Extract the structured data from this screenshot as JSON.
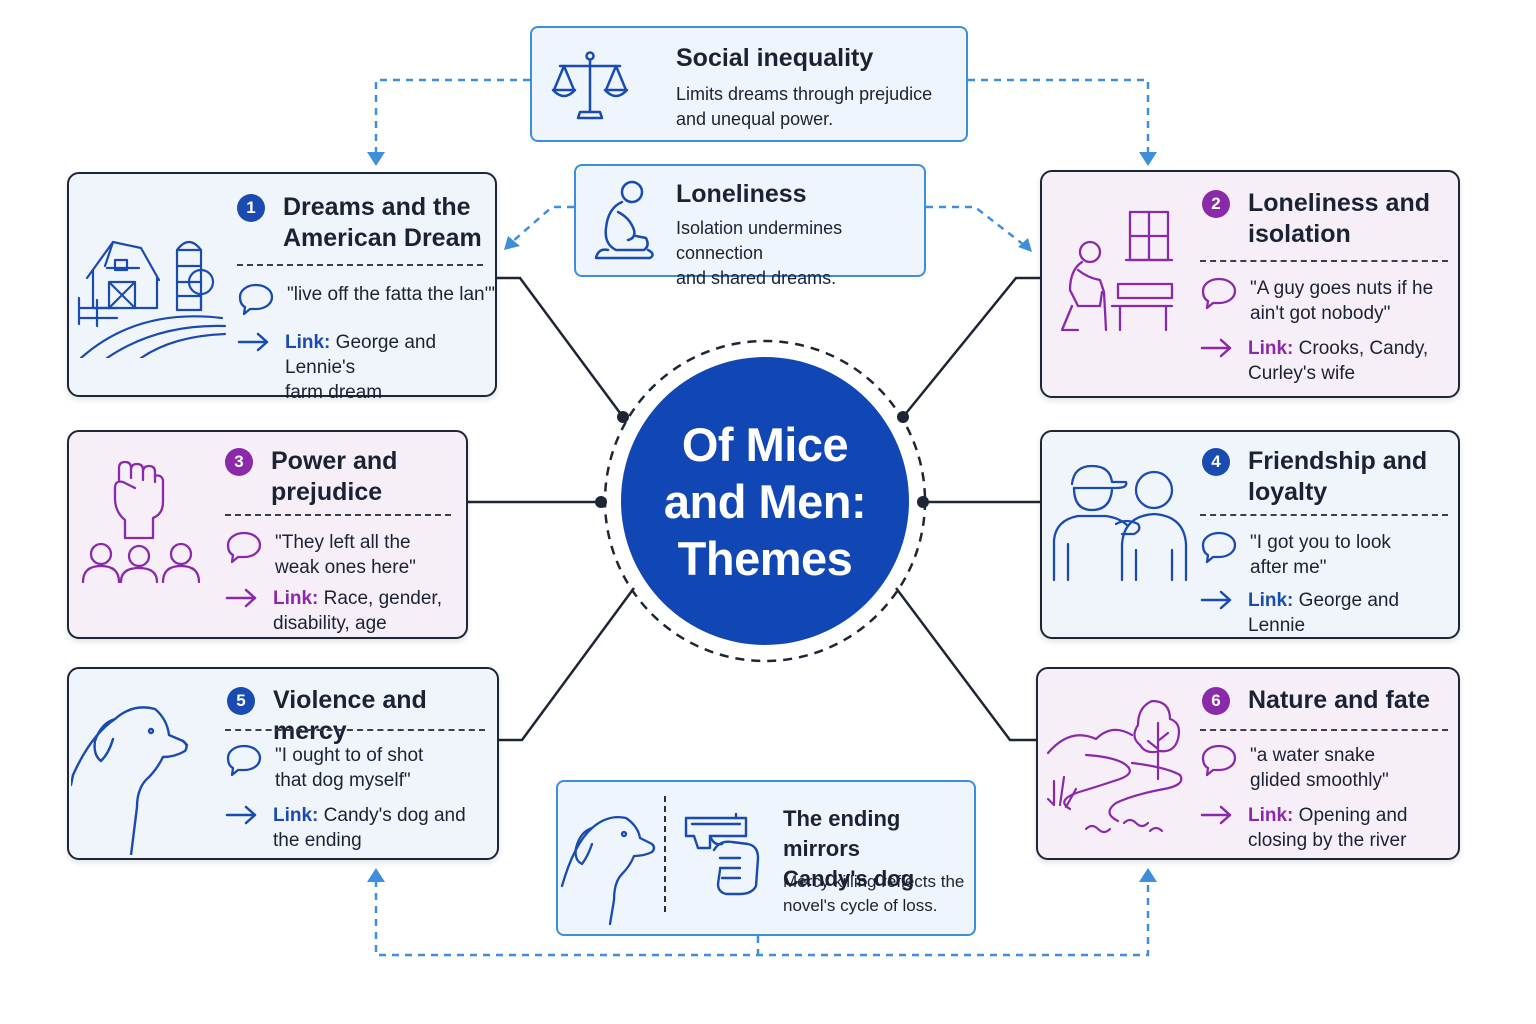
{
  "center": {
    "title": "Of Mice\nand Men:\nThemes"
  },
  "themes": [
    {
      "number": "1",
      "title": "Dreams and the\nAmerican Dream",
      "quote": "\"live off the fatta the lan'\"",
      "link_label": "Link:",
      "link_text": "George and Lennie's\nfarm dream",
      "color": "#1a4bb0",
      "icon": "farm-icon"
    },
    {
      "number": "2",
      "title": "Loneliness and\nisolation",
      "quote": "\"A guy goes nuts if he\nain't got nobody\"",
      "link_label": "Link:",
      "link_text": "Crooks, Candy,\nCurley's wife",
      "color": "#8a2aa8",
      "icon": "bench-person-icon"
    },
    {
      "number": "3",
      "title": "Power and\nprejudice",
      "quote": "\"They left all the\nweak ones here\"",
      "link_label": "Link:",
      "link_text": "Race, gender,\ndisability, age",
      "color": "#8a2aa8",
      "icon": "fist-people-icon"
    },
    {
      "number": "4",
      "title": "Friendship and\nloyalty",
      "quote": "\"I got you to look\nafter me\"",
      "link_label": "Link:",
      "link_text": "George and Lennie",
      "color": "#1a4bb0",
      "icon": "two-friends-icon"
    },
    {
      "number": "5",
      "title": "Violence and mercy",
      "quote": "\"I ought to of shot\nthat dog myself\"",
      "link_label": "Link:",
      "link_text": "Candy's dog and\nthe ending",
      "color": "#1a4bb0",
      "icon": "dog-icon"
    },
    {
      "number": "6",
      "title": "Nature and fate",
      "quote": "\"a water snake\nglided smoothly\"",
      "link_label": "Link:",
      "link_text": "Opening and\nclosing by the river",
      "color": "#8a2aa8",
      "icon": "river-landscape-icon"
    }
  ],
  "info_boxes": {
    "social_inequality": {
      "title": "Social inequality",
      "text": "Limits dreams through prejudice\nand unequal power.",
      "icon": "scales-icon"
    },
    "loneliness": {
      "title": "Loneliness",
      "text": "Isolation undermines connection\nand shared dreams.",
      "icon": "sad-person-icon"
    },
    "ending": {
      "title": "The ending mirrors\nCandy's dog",
      "text": "Mercy killing reflects the\nnovel's cycle of loss.",
      "icons": [
        "dog-icon",
        "gun-icon"
      ]
    }
  },
  "colors": {
    "center": "#1147b5",
    "blue_accent": "#1a4bb0",
    "purple_accent": "#8a2aa8",
    "connector_dashed": "#3d8fdc"
  }
}
